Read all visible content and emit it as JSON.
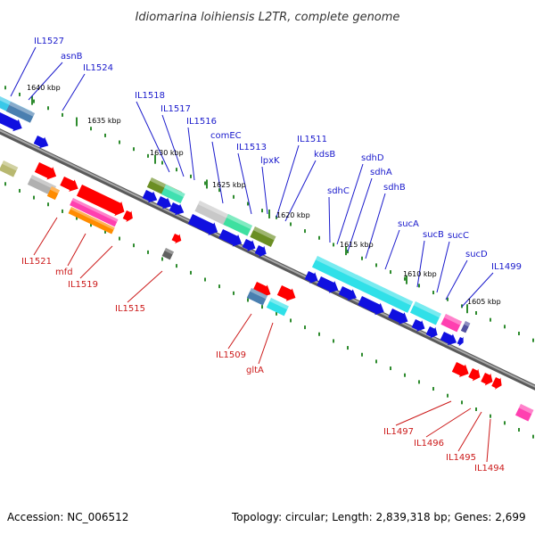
{
  "title": "Idiomarina loihiensis L2TR, complete genome",
  "footer": {
    "accession": "Accession: NC_006512",
    "summary": "Topology: circular; Length: 2,839,318 bp; Genes: 2,699"
  },
  "colors": {
    "label_forward": "#1a1acc",
    "label_reverse": "#cc1a1a",
    "backbone": "#808080",
    "tick": "#2e8b2e"
  },
  "ticks": [
    {
      "label": "1640 kbp"
    },
    {
      "label": "1635 kbp"
    },
    {
      "label": "1630 kbp"
    },
    {
      "label": "1625 kbp"
    },
    {
      "label": "1620 kbp"
    },
    {
      "label": "1615 kbp"
    },
    {
      "label": "1610 kbp"
    },
    {
      "label": "1605 kbp"
    }
  ],
  "forward_labels": [
    "IL1527",
    "asnB",
    "IL1524",
    "IL1518",
    "IL1517",
    "IL1516",
    "comEC",
    "IL1513",
    "lpxK",
    "IL1511",
    "kdsB",
    "sdhC",
    "sdhD",
    "sdhA",
    "sdhB",
    "sucA",
    "sucB",
    "sucC",
    "sucD",
    "IL1499"
  ],
  "reverse_labels": [
    "IL1521",
    "mfd",
    "IL1519",
    "IL1515",
    "IL1509",
    "gltA",
    "IL1497",
    "IL1496",
    "IL1495",
    "IL1494"
  ]
}
